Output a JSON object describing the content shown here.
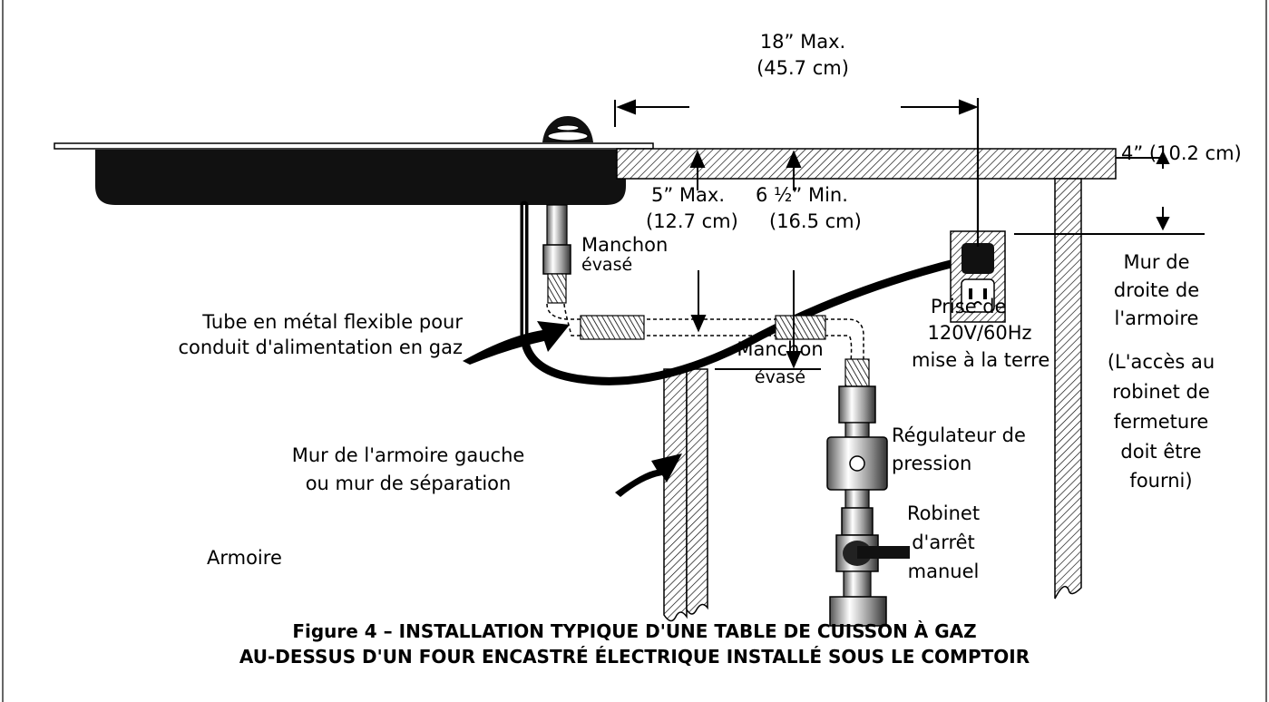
{
  "dimensions": {
    "width_max": "18” Max.",
    "width_max_cm": "(45.7 cm)",
    "depth_max": "5” Max.",
    "depth_max_cm": "(12.7 cm)",
    "clearance_min": "6 ½” Min.",
    "clearance_min_cm": "(16.5 cm)",
    "outlet_offset": "4” (10.2 cm)"
  },
  "labels": {
    "flare_union_top_1": "Manchon",
    "flare_union_top_2": "évasé",
    "flare_union_bottom_1": "Manchon",
    "flare_union_bottom_2": "évasé",
    "flex_tube_1": "Tube en métal flexible pour",
    "flex_tube_2": "conduit d'alimentation en gaz",
    "left_wall_1": "Mur de l'armoire gauche",
    "left_wall_2": "ou mur de séparation",
    "cabinet": "Armoire",
    "outlet_1": "Prise de",
    "outlet_2": "120V/60Hz",
    "outlet_3": "mise à la terre",
    "regulator_1": "Régulateur de",
    "regulator_2": "pression",
    "valve_1": "Robinet",
    "valve_2": "d'arrêt",
    "valve_3": "manuel",
    "right_wall_1": "Mur de",
    "right_wall_2": "droite de",
    "right_wall_3": "l'armoire",
    "access_1": "(L'accès au",
    "access_2": "robinet de",
    "access_3": "fermeture",
    "access_4": "doit être",
    "access_5": "fourni)"
  },
  "caption": {
    "line1": "Figure 4 – INSTALLATION TYPIQUE D'UNE TABLE DE CUISSON À GAZ",
    "line2": "AU-DESSUS D'UN FOUR ENCASTRÉ ÉLECTRIQUE INSTALLÉ SOUS LE COMPTOIR"
  }
}
